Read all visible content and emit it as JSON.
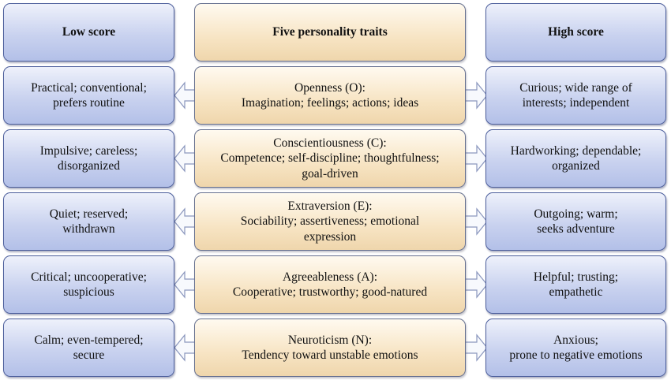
{
  "headers": {
    "low": "Low score",
    "traits": "Five personality traits",
    "high": "High score"
  },
  "rows": [
    {
      "low": [
        "Practical; conventional;",
        "prefers routine"
      ],
      "trait": [
        "Openness (O):",
        "Imagination; feelings; actions; ideas"
      ],
      "high": [
        "Curious; wide range of",
        "interests; independent"
      ]
    },
    {
      "low": [
        "Impulsive; careless;",
        "disorganized"
      ],
      "trait": [
        "Conscientiousness (C):",
        "Competence; self-discipline; thoughtfulness;",
        "goal-driven"
      ],
      "high": [
        "Hardworking; dependable;",
        "organized"
      ]
    },
    {
      "low": [
        "Quiet; reserved;",
        "withdrawn"
      ],
      "trait": [
        "Extraversion (E):",
        "Sociability; assertiveness; emotional",
        "expression"
      ],
      "high": [
        "Outgoing; warm;",
        "seeks adventure"
      ]
    },
    {
      "low": [
        "Critical; uncooperative;",
        "suspicious"
      ],
      "trait": [
        "Agreeableness (A):",
        "Cooperative; trustworthy; good-natured"
      ],
      "high": [
        "Helpful; trusting;",
        "empathetic"
      ]
    },
    {
      "low": [
        "Calm; even-tempered;",
        "secure"
      ],
      "trait": [
        "Neuroticism (N):",
        "Tendency toward unstable emotions"
      ],
      "high": [
        "Anxious;",
        "prone to negative emotions"
      ]
    }
  ],
  "colors": {
    "side_fill": "#c9d2ef",
    "side_border": "#4d5f9c",
    "center_fill": "#f7e4c3",
    "arrow_fill": "#f7f9fd",
    "arrow_stroke": "#8a96bd"
  }
}
